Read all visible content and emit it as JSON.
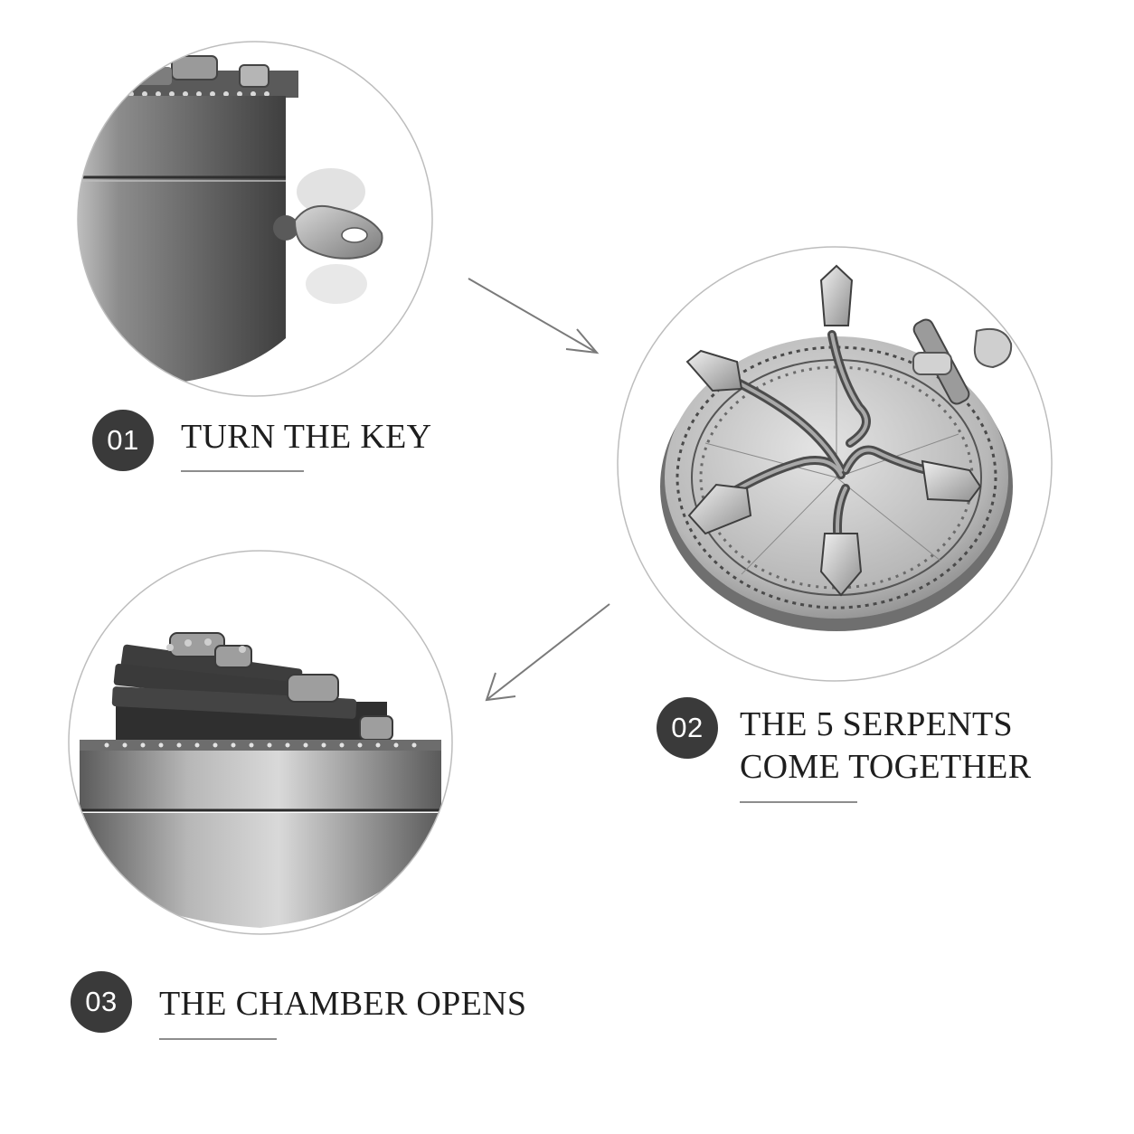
{
  "steps": [
    {
      "number": "01",
      "title": "TURN THE KEY"
    },
    {
      "number": "02",
      "title_line1": "THE 5 SERPENTS",
      "title_line2": "COME TOGETHER"
    },
    {
      "number": "03",
      "title": "THE CHAMBER OPENS"
    }
  ],
  "colors": {
    "badge": "#3a3a3a",
    "metal_dark": "#4a4a4a",
    "metal_mid": "#8a8a8a",
    "metal_light": "#c9c9c9",
    "outline": "#bdbdbd",
    "arrow": "#7a7a7a"
  },
  "images": [
    {
      "step": "01",
      "subject": "key turning in metal sphere"
    },
    {
      "step": "02",
      "subject": "five serpents mechanism"
    },
    {
      "step": "03",
      "subject": "opened chamber"
    }
  ]
}
